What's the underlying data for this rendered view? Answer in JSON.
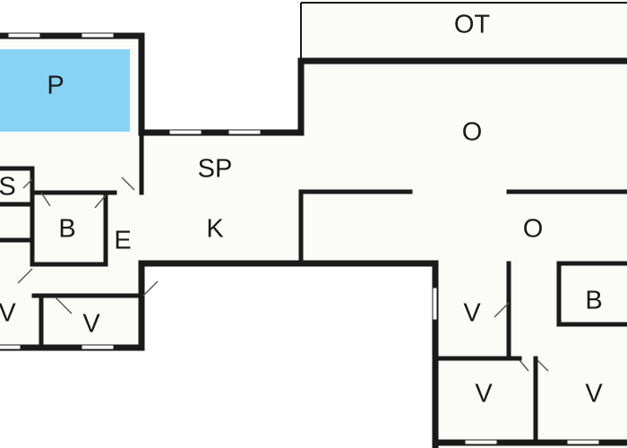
{
  "colors": {
    "wall": "#1a1a1a",
    "floor": "#fbfbf8",
    "pool": "#86d3f5",
    "background": "#ffffff"
  },
  "rooms": {
    "pool": "P",
    "sauna": "S",
    "bath_left": "B",
    "entrance": "E",
    "bedroom_left_1": "V",
    "bedroom_left_2": "V",
    "sp": "SP",
    "kitchen": "K",
    "terrace": "OT",
    "living_upper": "O",
    "living_lower": "O",
    "bedroom_right_1": "V",
    "bath_right": "B",
    "bedroom_right_2": "V",
    "bedroom_right_3": "V"
  }
}
